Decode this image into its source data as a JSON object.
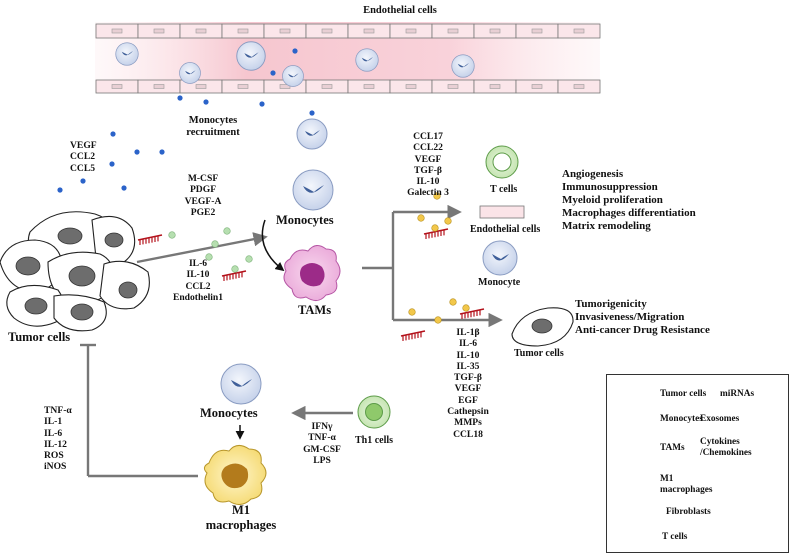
{
  "top": {
    "endothelial_title": "Endothelial cells",
    "monocytes_recruitment": [
      "Monocytes",
      "recruitment"
    ],
    "tumor_secretes": [
      "VEGF",
      "CCL2",
      "CCL5"
    ]
  },
  "left": {
    "tumor_label": "Tumor cells",
    "tumor_factors": [
      "M-CSF",
      "PDGF",
      "VEGF-A",
      "PGE2",
      "IL-6",
      "IL-10",
      "CCL2",
      "Endothelin1"
    ],
    "monocytes_label": "Monocytes",
    "tams_label": "TAMs"
  },
  "right": {
    "tam_factors_top": [
      "CCL17",
      "CCL22",
      "VEGF",
      "TGF-β",
      "IL-10",
      "Galectin 3"
    ],
    "t_cells_label": "T cells",
    "endothelial_label": "Endothelial cells",
    "monocyte_label": "Monocyte",
    "outcomes_top": [
      "Angiogenesis",
      "Immunosuppression",
      "Myeloid proliferation",
      "Macrophages differentiation",
      "Matrix remodeling"
    ],
    "tam_factors_bottom": [
      "IL-1β",
      "IL-6",
      "IL-10",
      "IL-35",
      "TGF-β",
      "VEGF",
      "EGF",
      "Cathepsin",
      "MMPs",
      "CCL18"
    ],
    "tumor_cells_label": "Tumor cells",
    "outcomes_bottom": [
      "Tumorigenicity",
      "Invasiveness/Migration",
      "Anti-cancer Drug Resistance"
    ]
  },
  "bottom": {
    "m1_factors": [
      "TNF-α",
      "IL-1",
      "IL-6",
      "IL-12",
      "ROS",
      "iNOS"
    ],
    "monocytes_label": "Monocytes",
    "m1_label": [
      "M1",
      "macrophages"
    ],
    "th1_label": "Th1 cells",
    "th1_factors": [
      "IFNγ",
      "TNF-α",
      "GM-CSF",
      "LPS"
    ]
  },
  "legend": {
    "tumor_cells": "Tumor cells",
    "mirnas": "miRNAs",
    "monocytes": "Monocytes",
    "exosomes": "Exosomes",
    "tams": "TAMs",
    "cytokines": [
      "Cytokines",
      "/Chemokines"
    ],
    "m1": [
      "M1",
      "macrophages"
    ],
    "fibroblasts": "Fibroblasts",
    "t_cells": "T cells"
  }
}
